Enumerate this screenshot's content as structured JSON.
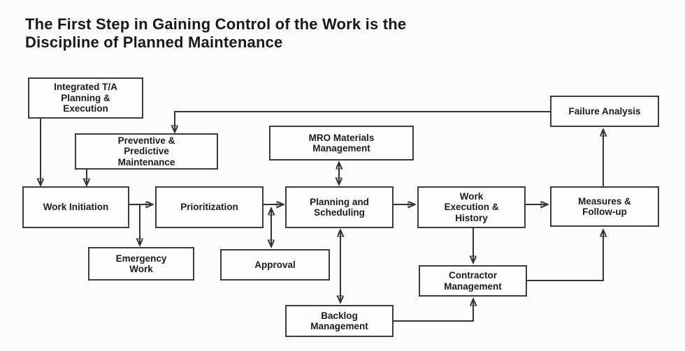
{
  "title": "The First Step in Gaining Control of the Work is the\nDiscipline of Planned Maintenance",
  "colors": {
    "background": "#fcfcfc",
    "box_fill": "#fdfdfd",
    "box_border": "#3d3d3d",
    "line": "#333333",
    "text": "#1c1c1c"
  },
  "nodes": [
    {
      "id": "integrated-ta",
      "label": "Integrated T/A\nPlanning &\nExecution"
    },
    {
      "id": "failure-analysis",
      "label": "Failure Analysis"
    },
    {
      "id": "preventive-predictive",
      "label": "Preventive &\nPredictive\nMaintenance"
    },
    {
      "id": "mro-materials",
      "label": "MRO Materials\nManagement"
    },
    {
      "id": "work-initiation",
      "label": "Work Initiation"
    },
    {
      "id": "prioritization",
      "label": "Prioritization"
    },
    {
      "id": "planning-scheduling",
      "label": "Planning and\nScheduling"
    },
    {
      "id": "work-execution",
      "label": "Work\nExecution &\nHistory"
    },
    {
      "id": "measures-followup",
      "label": "Measures &\nFollow-up"
    },
    {
      "id": "emergency-work",
      "label": "Emergency\nWork"
    },
    {
      "id": "approval",
      "label": "Approval"
    },
    {
      "id": "contractor-management",
      "label": "Contractor\nManagement"
    },
    {
      "id": "backlog-management",
      "label": "Backlog\nManagement"
    }
  ],
  "edges": [
    {
      "from": "integrated-ta",
      "to": "work-initiation",
      "direction": "one-way"
    },
    {
      "from": "preventive-predictive",
      "to": "work-initiation",
      "direction": "one-way"
    },
    {
      "from": "failure-analysis",
      "to": "preventive-predictive",
      "direction": "one-way"
    },
    {
      "from": "work-initiation",
      "to": "prioritization",
      "direction": "one-way"
    },
    {
      "from": "work-initiation",
      "to": "emergency-work",
      "direction": "one-way"
    },
    {
      "from": "prioritization",
      "to": "planning-scheduling",
      "direction": "one-way"
    },
    {
      "from": "prioritization",
      "to": "approval",
      "direction": "two-way"
    },
    {
      "from": "mro-materials",
      "to": "planning-scheduling",
      "direction": "two-way"
    },
    {
      "from": "planning-scheduling",
      "to": "backlog-management",
      "direction": "two-way"
    },
    {
      "from": "planning-scheduling",
      "to": "work-execution",
      "direction": "one-way"
    },
    {
      "from": "work-execution",
      "to": "measures-followup",
      "direction": "one-way"
    },
    {
      "from": "work-execution",
      "to": "contractor-management",
      "direction": "one-way"
    },
    {
      "from": "backlog-management",
      "to": "contractor-management",
      "direction": "one-way"
    },
    {
      "from": "contractor-management",
      "to": "measures-followup",
      "direction": "one-way"
    },
    {
      "from": "measures-followup",
      "to": "failure-analysis",
      "direction": "one-way"
    }
  ]
}
